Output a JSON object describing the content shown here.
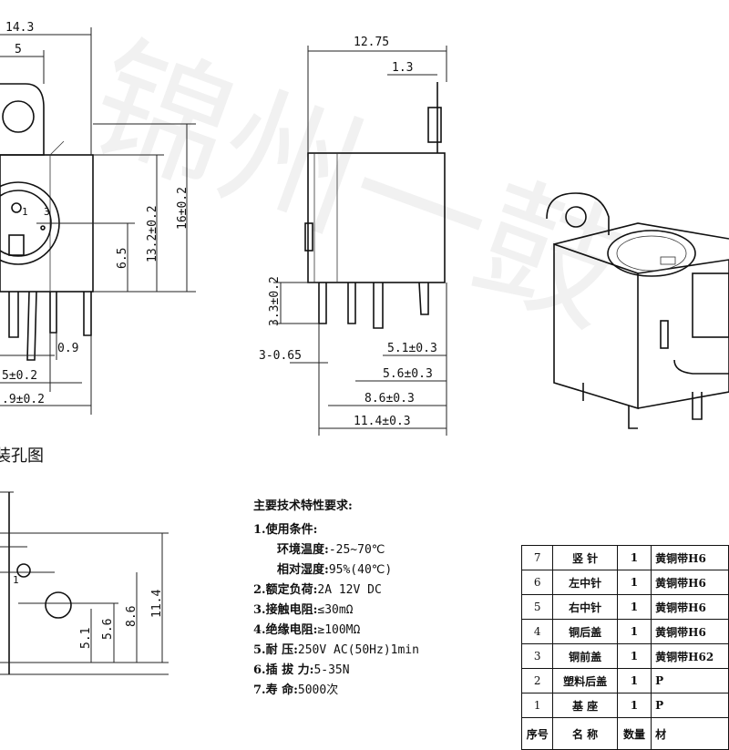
{
  "front_view": {
    "dims": [
      "14.3",
      "5",
      "13.2±0.2",
      "16±0.2",
      "6.5",
      "0.9",
      "5±0.2",
      ".9±0.2"
    ],
    "pin_labels": [
      "1",
      "3"
    ]
  },
  "side_view": {
    "dims": [
      "12.75",
      "1.3",
      "3.3±0.2",
      "3-0.65",
      "5.1±0.3",
      "5.6±0.3",
      "8.6±0.3",
      "11.4±0.3"
    ]
  },
  "mount_view": {
    "title": "装孔图",
    "dims": [
      "5.1",
      "5.6",
      "8.6",
      "11.4"
    ],
    "pin_label": "1"
  },
  "specs": {
    "title": "主要技术特性要求:",
    "items": [
      {
        "key": "1.使用条件:",
        "value": ""
      },
      {
        "key": "环境温度:",
        "value": "-25~70℃",
        "sub": true
      },
      {
        "key": "相对湿度:",
        "value": "95%(40℃)",
        "sub": true
      },
      {
        "key": "2.额定负荷:",
        "value": "2A 12V DC"
      },
      {
        "key": "3.接触电阻:",
        "value": "≤30mΩ"
      },
      {
        "key": "4.绝缘电阻:",
        "value": "≥100MΩ"
      },
      {
        "key": "5.耐   压:",
        "value": "250V AC(50Hz)1min"
      },
      {
        "key": "6.插 拔 力:",
        "value": "5-35N"
      },
      {
        "key": "7.寿   命:",
        "value": "5000次"
      }
    ]
  },
  "bom": {
    "rows": [
      {
        "no": "7",
        "name": "竖 针",
        "qty": "1",
        "mat": "黄铜带H6"
      },
      {
        "no": "6",
        "name": "左中针",
        "qty": "1",
        "mat": "黄铜带H6"
      },
      {
        "no": "5",
        "name": "右中针",
        "qty": "1",
        "mat": "黄铜带H6"
      },
      {
        "no": "4",
        "name": "铜后盖",
        "qty": "1",
        "mat": "黄铜带H6"
      },
      {
        "no": "3",
        "name": "铜前盖",
        "qty": "1",
        "mat": "黄铜带H62"
      },
      {
        "no": "2",
        "name": "塑料后盖",
        "qty": "1",
        "mat": "P"
      },
      {
        "no": "1",
        "name": "基 座",
        "qty": "1",
        "mat": "P"
      }
    ],
    "header": {
      "no": "序号",
      "name": "名 称",
      "qty": "数量",
      "mat": "材"
    }
  },
  "watermark_text": "锦州一鼓"
}
